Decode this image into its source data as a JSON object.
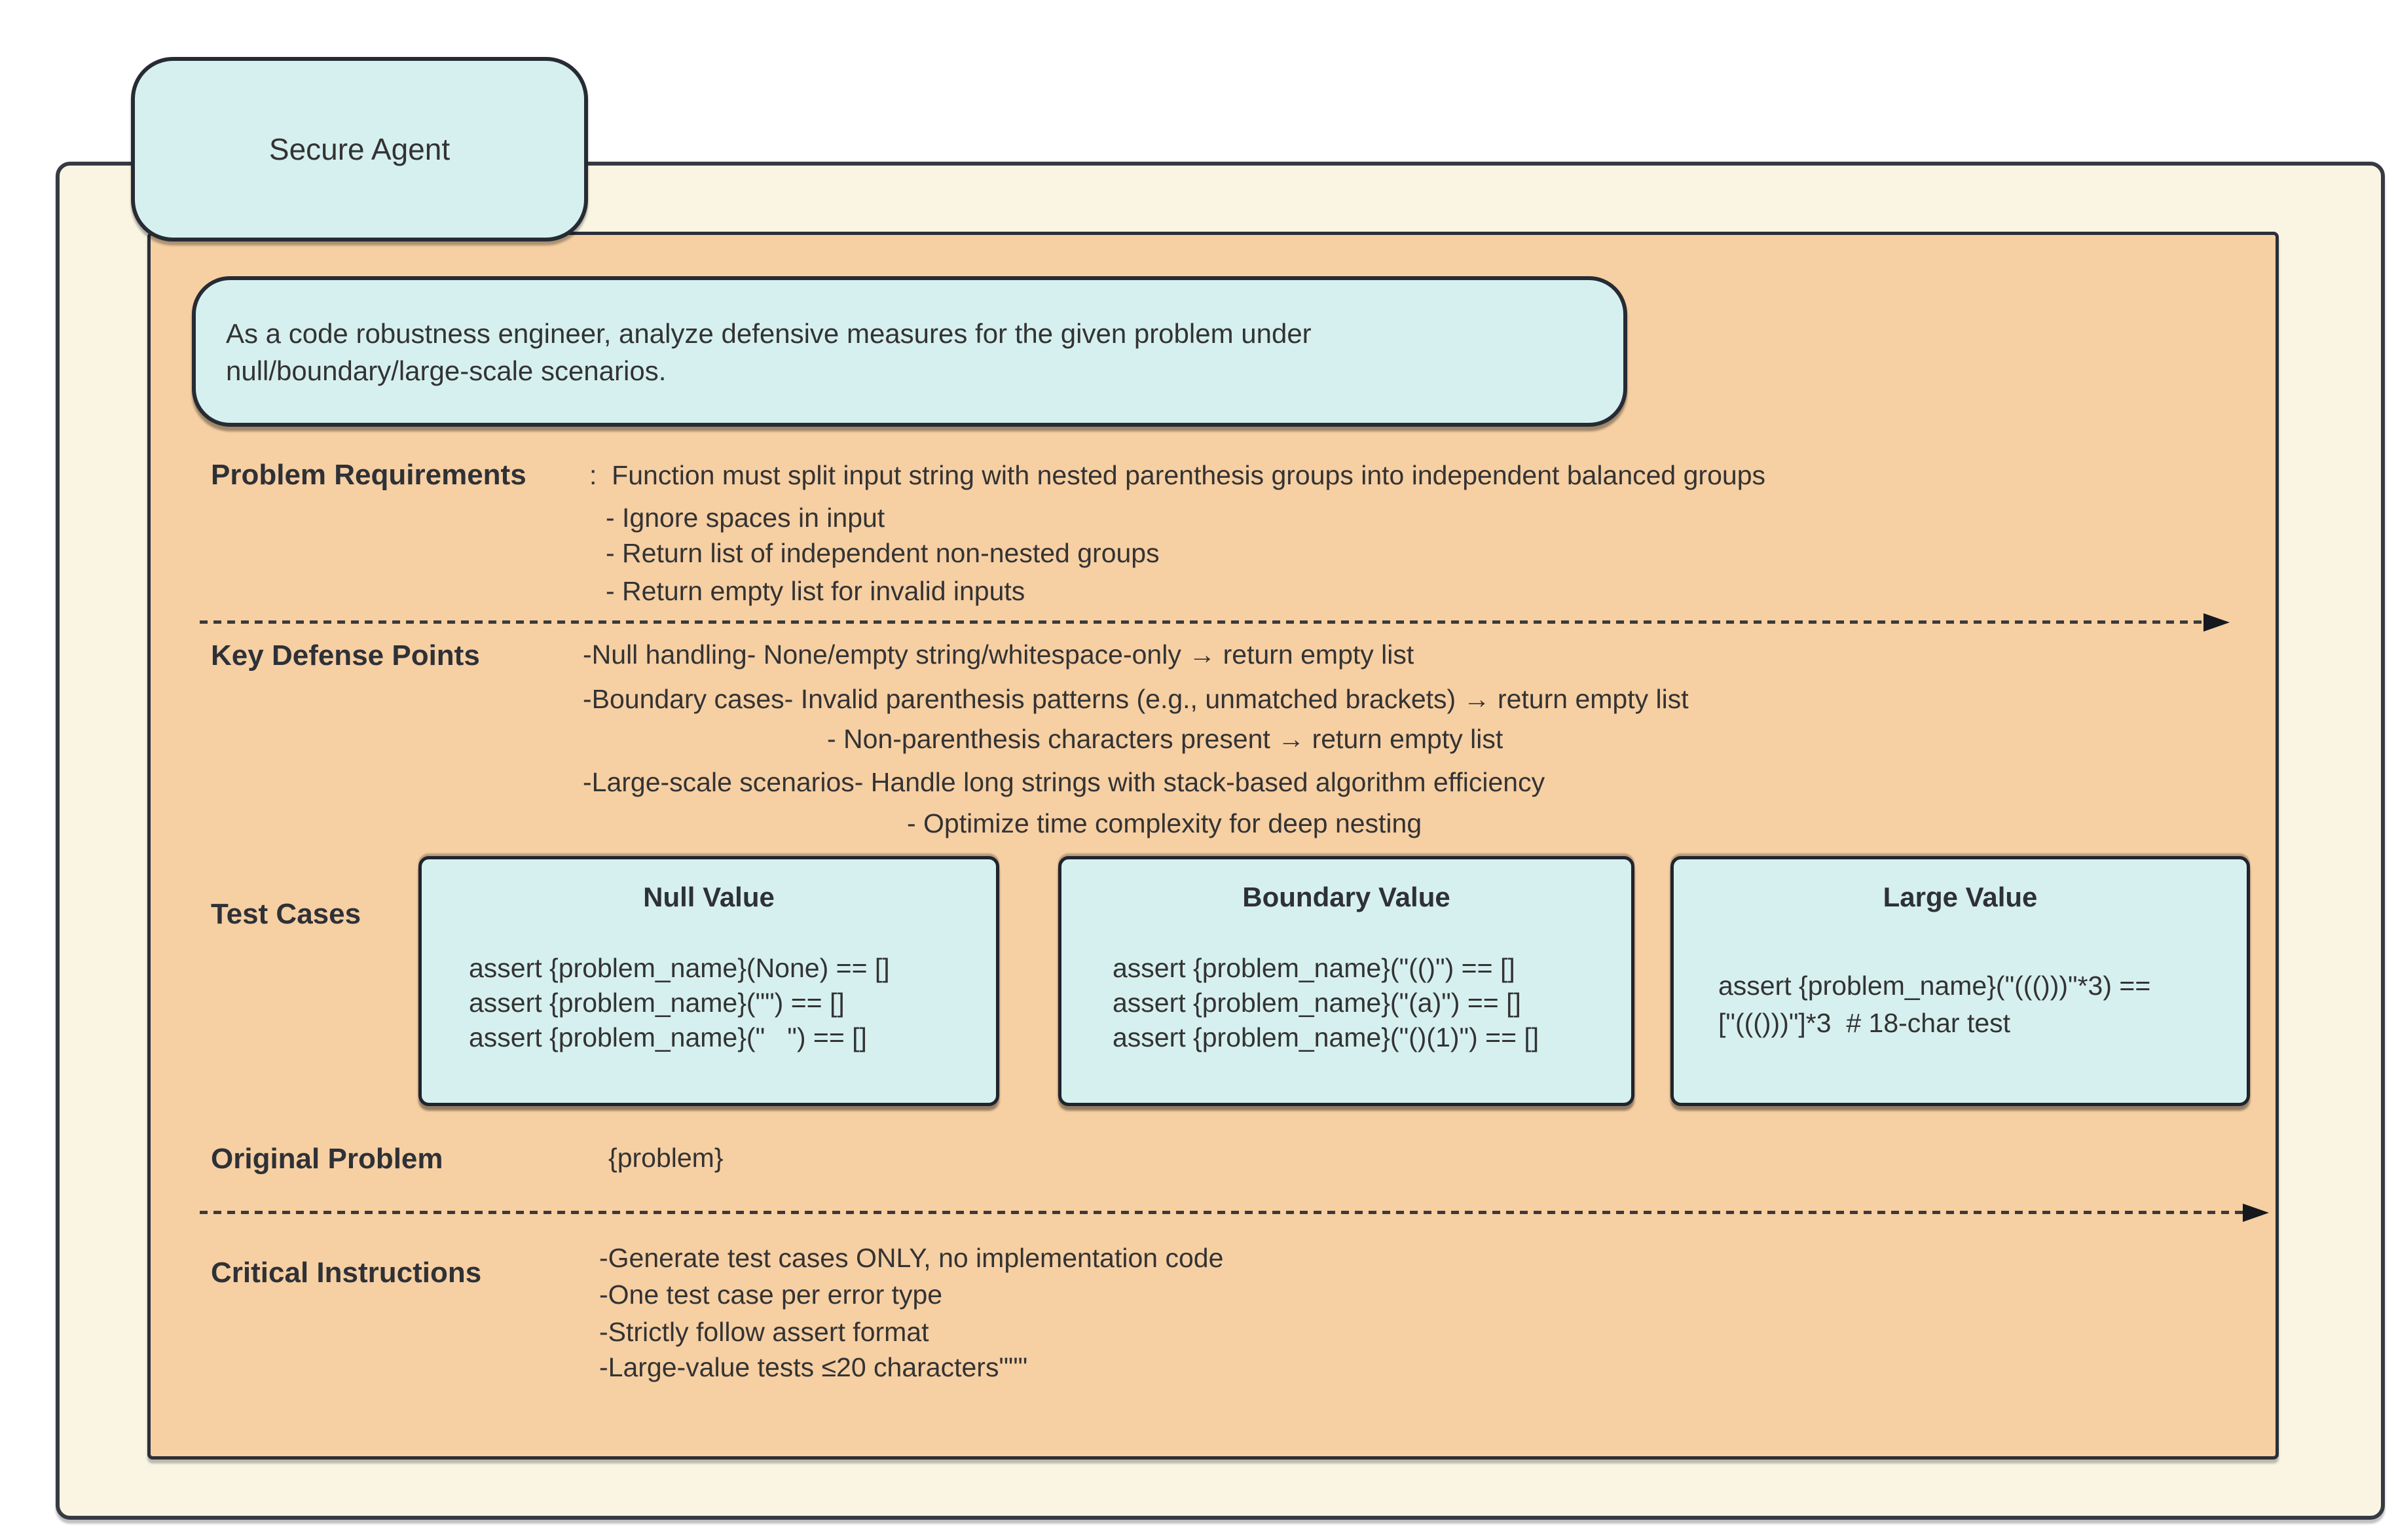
{
  "title": "Secure Agent",
  "intro": {
    "line1": "As a code robustness engineer, analyze defensive measures for the given problem under",
    "line2": "null/boundary/large-scale scenarios."
  },
  "problem_requirements": {
    "label": "Problem Requirements",
    "main_line": ":  Function must split input string with nested parenthesis groups into independent balanced groups",
    "bullets": [
      "- Ignore spaces in input",
      "- Return list of independent non-nested groups",
      "- Return empty list for invalid inputs"
    ]
  },
  "key_defense_points": {
    "label": "Key Defense Points",
    "lines": [
      "-Null handling- None/empty string/whitespace-only → return empty list",
      "-Boundary cases- Invalid parenthesis patterns (e.g., unmatched brackets) → return empty list",
      "- Non-parenthesis characters present → return empty list",
      "-Large-scale scenarios- Handle long strings with stack-based algorithm efficiency",
      "- Optimize time complexity for deep nesting"
    ]
  },
  "test_cases": {
    "label": "Test Cases",
    "null_box": {
      "title": "Null Value",
      "lines": [
        "assert {problem_name}(None) == []",
        "assert {problem_name}(\"\") == []",
        "assert {problem_name}(\"   \") == []"
      ]
    },
    "boundary_box": {
      "title": "Boundary Value",
      "lines": [
        "assert {problem_name}(\"(()\") == []",
        "assert {problem_name}(\"(a)\") == []",
        "assert {problem_name}(\"()(1)\") == []"
      ]
    },
    "large_box": {
      "title": "Large Value",
      "lines": [
        "assert {problem_name}(\"((()))\"*3) ==",
        "[\"((()))\"]*3  # 18-char test"
      ]
    }
  },
  "original_problem": {
    "label": "Original Problem",
    "value": "{problem}"
  },
  "critical_instructions": {
    "label": "Critical Instructions",
    "lines": [
      "-Generate test cases ONLY, no implementation code",
      "-One test case per error type",
      "-Strictly follow assert format",
      "-Large-value tests ≤20 characters\"\"\""
    ]
  },
  "colors": {
    "canvas_bg": "#FFFFFF",
    "frame_bg": "#FAF5E3",
    "panel_bg": "#F6CFA3",
    "bubble_bg": "#D6F0EF",
    "border": "#2B2F38",
    "text": "#333333"
  }
}
